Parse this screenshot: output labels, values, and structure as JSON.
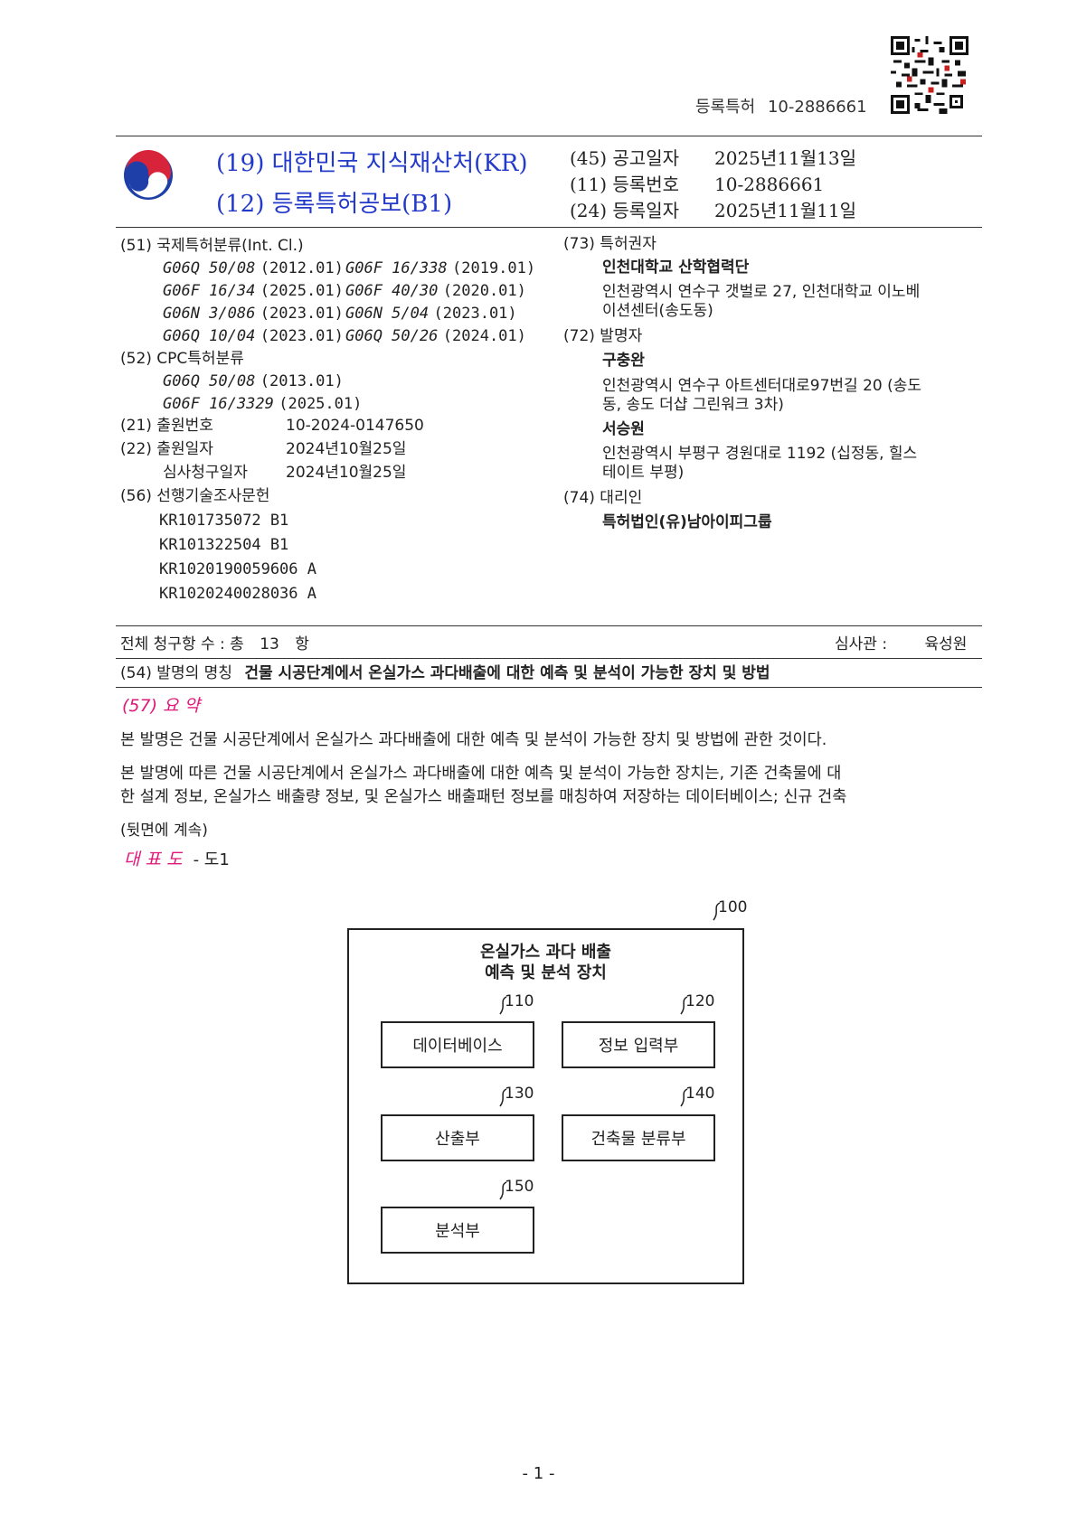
{
  "header": {
    "reg_label": "등록특허",
    "reg_number": "10-2886661"
  },
  "title_block": {
    "office": "(19) 대한민국 지식재산처(KR)",
    "doc_type": "(12) 등록특허공보(B1)",
    "pub_date_label": "(45) 공고일자",
    "pub_date": "2025년11월13일",
    "reg_no_label": "(11) 등록번호",
    "reg_no": "10-2886661",
    "reg_date_label": "(24) 등록일자",
    "reg_date": "2025년11월11일"
  },
  "left": {
    "ipc_label": "(51) 국제특허분류(Int. Cl.)",
    "ipc": [
      {
        "code": "G06Q 50/08",
        "year": "(2012.01)"
      },
      {
        "code": "G06F 16/338",
        "year": "(2019.01)"
      },
      {
        "code": "G06F 16/34",
        "year": "(2025.01)"
      },
      {
        "code": "G06F 40/30",
        "year": "(2020.01)"
      },
      {
        "code": "G06N 3/086",
        "year": "(2023.01)"
      },
      {
        "code": "G06N 5/04",
        "year": "(2023.01)"
      },
      {
        "code": "G06Q 10/04",
        "year": "(2023.01)"
      },
      {
        "code": "G06Q 50/26",
        "year": "(2024.01)"
      }
    ],
    "cpc_label": "(52) CPC특허분류",
    "cpc": [
      {
        "code": "G06Q 50/08",
        "year": "(2013.01)"
      },
      {
        "code": "G06F 16/3329",
        "year": "(2025.01)"
      }
    ],
    "app_no_label": "(21) 출원번호",
    "app_no": "10-2024-0147650",
    "app_date_label": "(22) 출원일자",
    "app_date": "2024년10월25일",
    "exam_date_label": "심사청구일자",
    "exam_date": "2024년10월25일",
    "prior_art_label": "(56) 선행기술조사문헌",
    "prior_art": [
      "KR101735072 B1",
      "KR101322504 B1",
      "KR1020190059606 A",
      "KR1020240028036 A"
    ]
  },
  "right": {
    "owner_label": "(73) 특허권자",
    "owner_name": "인천대학교 산학협력단",
    "owner_addr_1": "인천광역시 연수구 갯벌로 27, 인천대학교 이노베",
    "owner_addr_2": "이션센터(송도동)",
    "inventor_label": "(72) 발명자",
    "inventor1_name": "구충완",
    "inventor1_addr_1": "인천광역시 연수구 아트센터대로97번길 20 (송도",
    "inventor1_addr_2": "동, 송도 더샵 그린워크 3차)",
    "inventor2_name": "서승원",
    "inventor2_addr_1": "인천광역시 부평구 경원대로 1192 (십정동, 힐스",
    "inventor2_addr_2": "테이트 부평)",
    "agent_label": "(74) 대리인",
    "agent_name": "특허법인(유)남아이피그룹"
  },
  "claims": {
    "total_label": "전체 청구항 수 : 총",
    "total_count": "13",
    "total_unit": "항",
    "examiner_label": "심사관 :",
    "examiner_name": "육성원"
  },
  "invention": {
    "title_label": "(54) 발명의 명칭",
    "title": "건물 시공단계에서 온실가스 과다배출에 대한 예측 및 분석이 가능한 장치 및 방법"
  },
  "abstract": {
    "label": "(57) 요 약",
    "para1": "본 발명은 건물 시공단계에서 온실가스 과다배출에 대한 예측 및 분석이 가능한 장치 및 방법에 관한 것이다.",
    "para2_line1": "본 발명에 따른 건물 시공단계에서 온실가스 과다배출에 대한 예측 및 분석이 가능한 장치는, 기존 건축물에 대",
    "para2_line2": "한 설계 정보, 온실가스 배출량 정보, 및 온실가스 배출패턴 정보를 매칭하여 저장하는 데이터베이스; 신규 건축",
    "continued": "(뒷면에 계속)",
    "rep_label": "대 표 도",
    "rep_value": "- 도1"
  },
  "diagram": {
    "ref_main": "100",
    "title_line1": "온실가스 과다 배출",
    "title_line2": "예측 및 분석 장치",
    "components": [
      {
        "ref": "110",
        "label": "데이터베이스"
      },
      {
        "ref": "120",
        "label": "정보 입력부"
      },
      {
        "ref": "130",
        "label": "산출부"
      },
      {
        "ref": "140",
        "label": "건축물 분류부"
      },
      {
        "ref": "150",
        "label": "분석부"
      }
    ]
  },
  "footer": {
    "page": "- 1 -"
  }
}
